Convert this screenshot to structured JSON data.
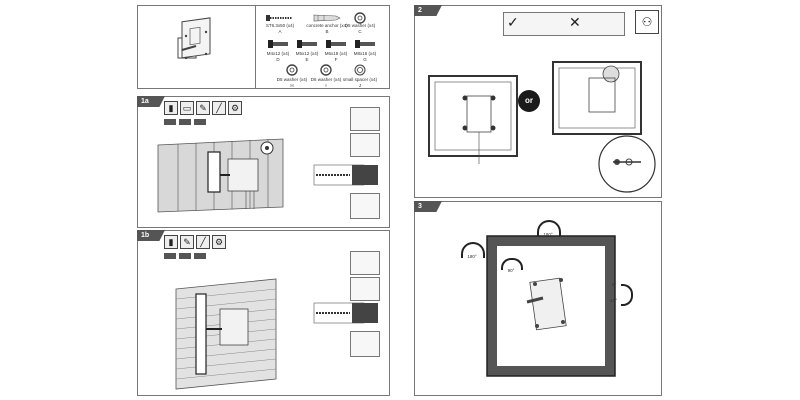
{
  "parts": {
    "items": [
      {
        "label": "ST6.3x50 (x4)",
        "letter": "A"
      },
      {
        "label": "concrete anchor (x4)",
        "letter": "B"
      },
      {
        "label": "D5 washer (x4)",
        "letter": "C"
      },
      {
        "label": "M4x12 (x4)",
        "letter": "D"
      },
      {
        "label": "M5x12 (x4)",
        "letter": "E"
      },
      {
        "label": "M6x18 (x4)",
        "letter": "F"
      },
      {
        "label": "M8x16 (x4)",
        "letter": "G"
      },
      {
        "label": "D5 washer (x4)",
        "letter": "H"
      },
      {
        "label": "D6 washer (x4)",
        "letter": "I"
      },
      {
        "label": "small spacer (x4)",
        "letter": "J"
      }
    ]
  },
  "steps": {
    "s1a": {
      "number": "1a"
    },
    "s1b": {
      "number": "1b"
    },
    "s2": {
      "number": "2",
      "or_label": "or"
    },
    "s3": {
      "number": "3"
    }
  },
  "rotation": {
    "swivel_a": "180°",
    "swivel_b": "180°",
    "swivel_c": "90°",
    "tilt_up": "0°",
    "tilt_down": "-15°"
  }
}
